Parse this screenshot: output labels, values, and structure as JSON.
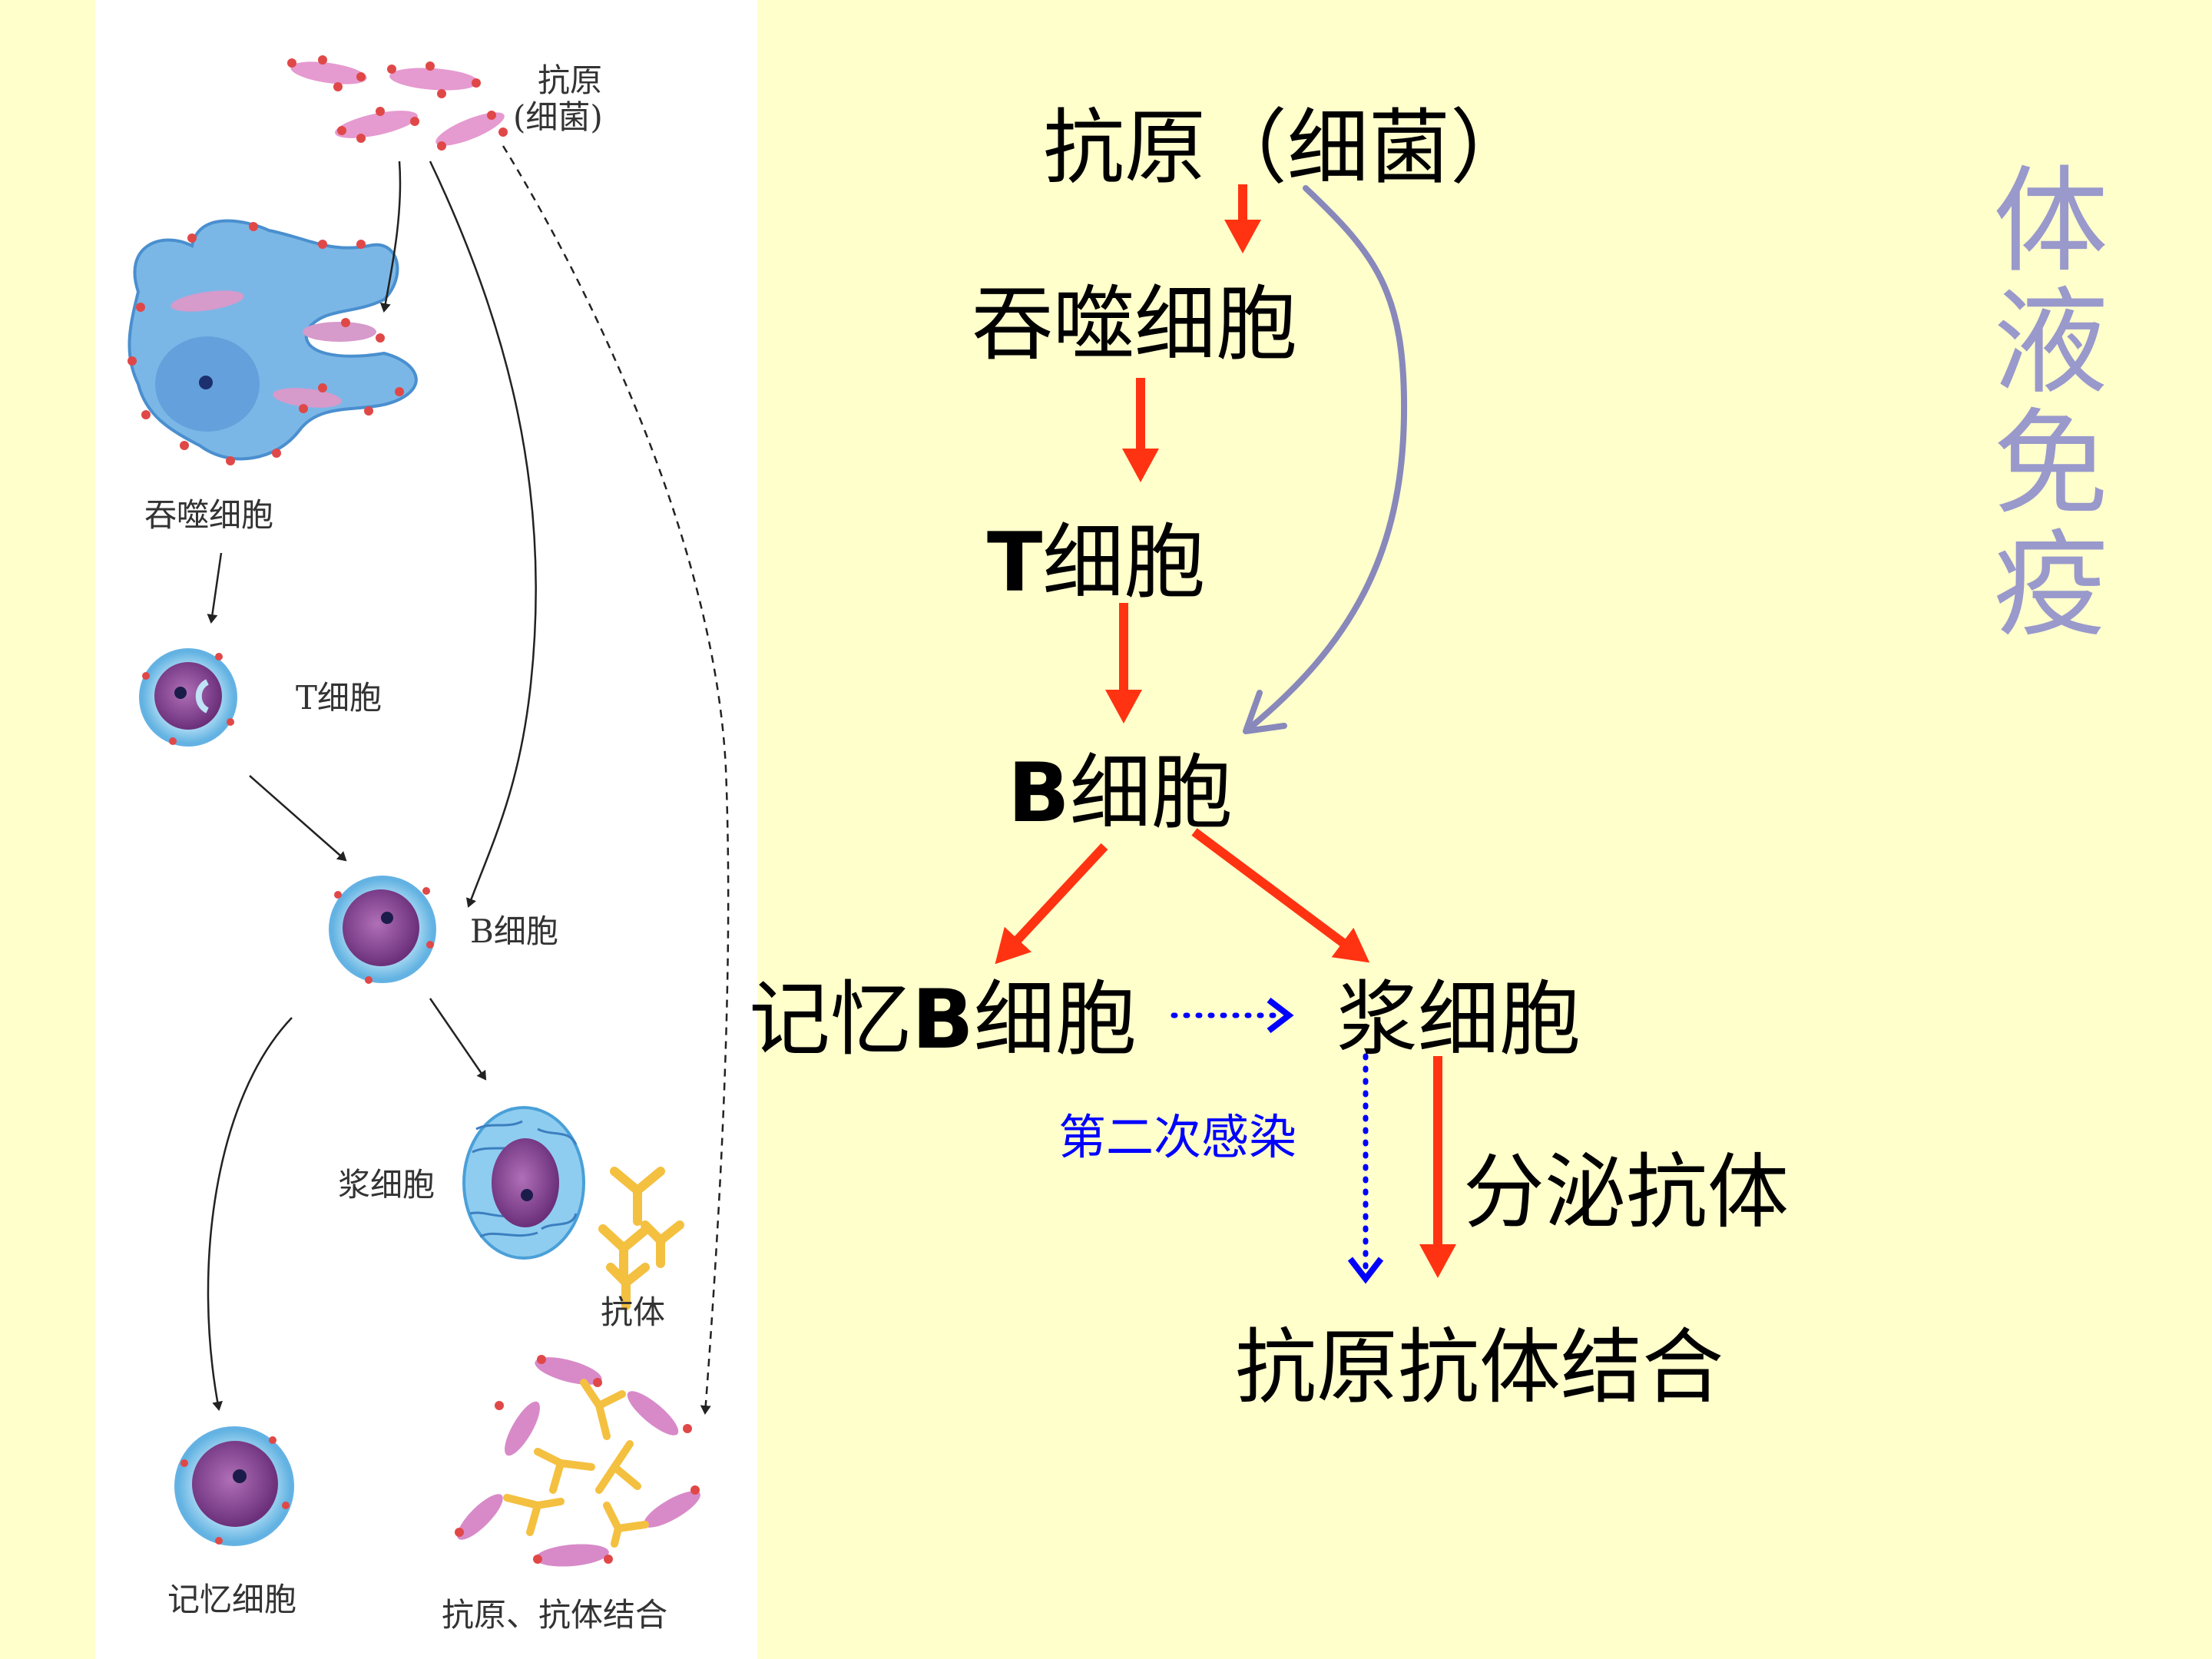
{
  "title": "体液免疫",
  "figure": {
    "labels": {
      "antigen_line1": "抗原",
      "antigen_line2": "(细菌)",
      "phagocyte": "吞噬细胞",
      "t_cell": "T细胞",
      "b_cell": "B细胞",
      "plasma_cell": "浆细胞",
      "antibody": "抗体",
      "memory_cell": "记忆细胞",
      "binding": "抗原、抗体结合"
    }
  },
  "flow": {
    "antigen": "抗原（细菌）",
    "phagocyte": "吞噬细胞",
    "t_cell_prefix": "T",
    "t_cell_suffix": "细胞",
    "b_cell_prefix": "B",
    "b_cell_suffix": "细胞",
    "memory_prefix": "记忆",
    "memory_bold": "B",
    "memory_suffix": "细胞",
    "plasma_cell": "浆细胞",
    "secrete": "分泌抗体",
    "second_infection": "第二次感染",
    "binding": "抗原抗体结合"
  },
  "colors": {
    "background": "#ffffcc",
    "main_arrow": "#ff3311",
    "direct_arrow": "#8888bb",
    "secondary_arrow": "#0000ff",
    "title": "#9999cc"
  }
}
